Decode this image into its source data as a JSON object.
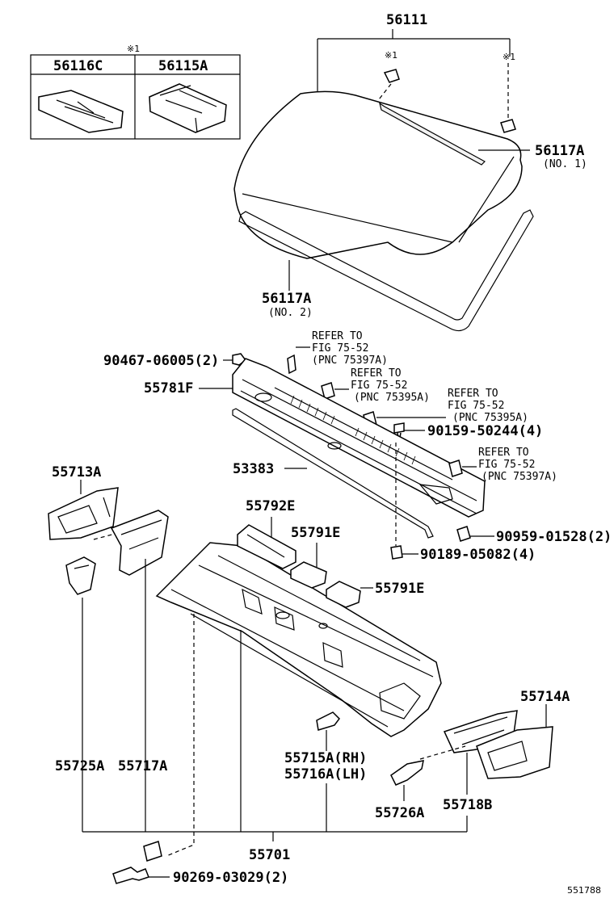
{
  "labels": {
    "p56111": "56111",
    "note_mark_box": "※1",
    "note_mark_left": "※1",
    "note_mark_right": "※1",
    "p56116C": "56116C",
    "p56115A": "56115A",
    "p56117A_1": "56117A",
    "p56117A_1_sub": "(NO. 1)",
    "p56117A_2": "56117A",
    "p56117A_2_sub": "(NO. 2)",
    "p90467": "90467-06005(2)",
    "p55781F": "55781F",
    "ref1_l1": "REFER TO",
    "ref1_l2": "FIG 75-52",
    "ref1_l3": "(PNC 75397A)",
    "ref2_l1": "REFER TO",
    "ref2_l2": "FIG 75-52",
    "ref2_l3": "(PNC 75395A)",
    "ref3_l1": "REFER TO",
    "ref3_l2": "FIG 75-52",
    "ref3_l3": "(PNC 75395A)",
    "ref4_l1": "REFER TO",
    "ref4_l2": "FIG 75-52",
    "ref4_l3": "(PNC 75397A)",
    "p90159": "90159-50244(4)",
    "p53383": "53383",
    "p55713A": "55713A",
    "p55792E": "55792E",
    "p55791E_1": "55791E",
    "p55791E_2": "55791E",
    "p90959": "90959-01528(2)",
    "p90189": "90189-05082(4)",
    "p55714A": "55714A",
    "p55725A": "55725A",
    "p55717A": "55717A",
    "p55715A": "55715A(RH)",
    "p55716A": "55716A(LH)",
    "p55726A": "55726A",
    "p55718B": "55718B",
    "p55701": "55701",
    "p90269": "90269-03029(2)",
    "fig_id": "551788"
  }
}
